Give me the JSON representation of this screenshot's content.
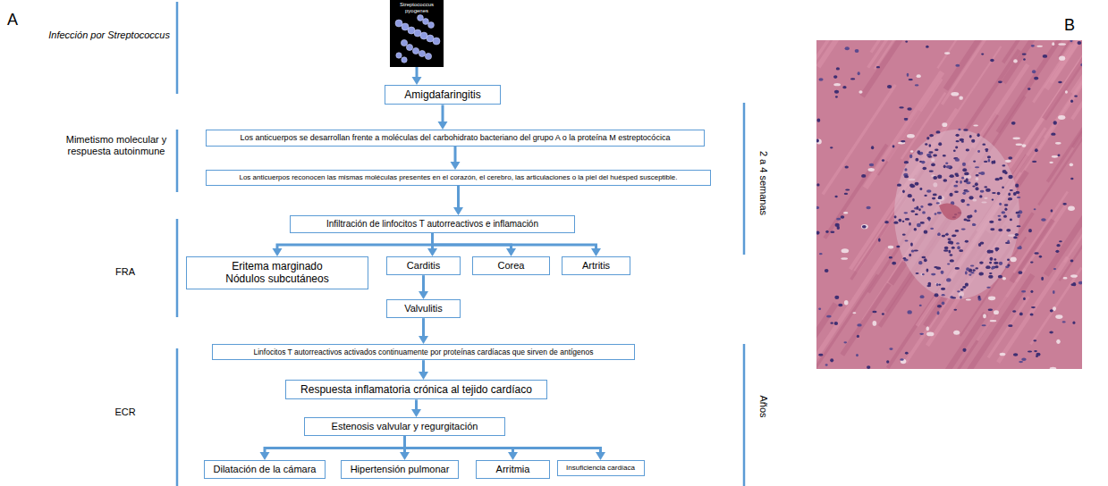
{
  "diagram": {
    "nodes": [
      {
        "text": [
          "Streptococcus pyogenes"
        ]
      },
      {
        "text": [
          "Amigdafaringitis"
        ]
      },
      {
        "text": [
          "Los anticuerpos se desarrollan frente a moléculas del carbohidrato bacteriano del grupo A o la proteína M estreptocócica"
        ]
      },
      {
        "text": [
          "Los anticuerpos reconocen las mismas moléculas presentes en el corazón, el cerebro, las articulaciones o la piel del huésped susceptible."
        ]
      },
      {
        "text": [
          "Infiltración de linfocitos T autorreactivos e inflamación"
        ]
      },
      {
        "text": [
          "Eritema marginado Nódulos subcutáneos"
        ]
      },
      {
        "text": [
          "Carditis"
        ]
      },
      {
        "text": [
          "Corea"
        ]
      },
      {
        "text": [
          "Artritis"
        ]
      },
      {
        "text": [
          "Valvulitis"
        ]
      },
      {
        "text": [
          "Linfocitos T autorreactivos activados continuamente por proteínas cardíacas que sirven de antígenos"
        ]
      },
      {
        "text": [
          "Respuesta inflamatoria crónica al tejido cardíaco"
        ]
      },
      {
        "text": [
          "Estenosis valvular y regurgitación"
        ]
      },
      {
        "text": [
          "Dilatación de la cámara"
        ]
      },
      {
        "text": [
          "Hipertensión pulmonar"
        ]
      },
      {
        "text": [
          "Arritmia"
        ]
      },
      {
        "text": [
          "Insuficiencia cardíaca"
        ]
      }
    ],
    "edges": [
      {
        "from": 0,
        "to": 1,
        "arrow": "to"
      },
      {
        "from": 1,
        "to": 2,
        "arrow": "to"
      },
      {
        "from": 2,
        "to": 3,
        "arrow": "to"
      },
      {
        "from": 3,
        "to": 4,
        "arrow": "to"
      },
      {
        "from": 4,
        "to": 5,
        "arrow": "to"
      },
      {
        "from": 4,
        "to": 6,
        "arrow": "to"
      },
      {
        "from": 4,
        "to": 7,
        "arrow": "to"
      },
      {
        "from": 4,
        "to": 8,
        "arrow": "to"
      },
      {
        "from": 6,
        "to": 9,
        "arrow": "to"
      },
      {
        "from": 9,
        "to": 10,
        "arrow": "to"
      },
      {
        "from": 10,
        "to": 11,
        "arrow": "to"
      },
      {
        "from": 11,
        "to": 12,
        "arrow": "to"
      },
      {
        "from": 12,
        "to": 13,
        "arrow": "to"
      },
      {
        "from": 12,
        "to": 14,
        "arrow": "to"
      },
      {
        "from": 12,
        "to": 15,
        "arrow": "to"
      },
      {
        "from": 12,
        "to": 16,
        "arrow": "to"
      }
    ],
    "labels": [
      "A",
      "B",
      "Infección por Streptococcus",
      "Mimetismo molecular y respuesta autoinmune",
      "FRA",
      "ECR",
      "2 a 4 semanas",
      "Años"
    ]
  }
}
